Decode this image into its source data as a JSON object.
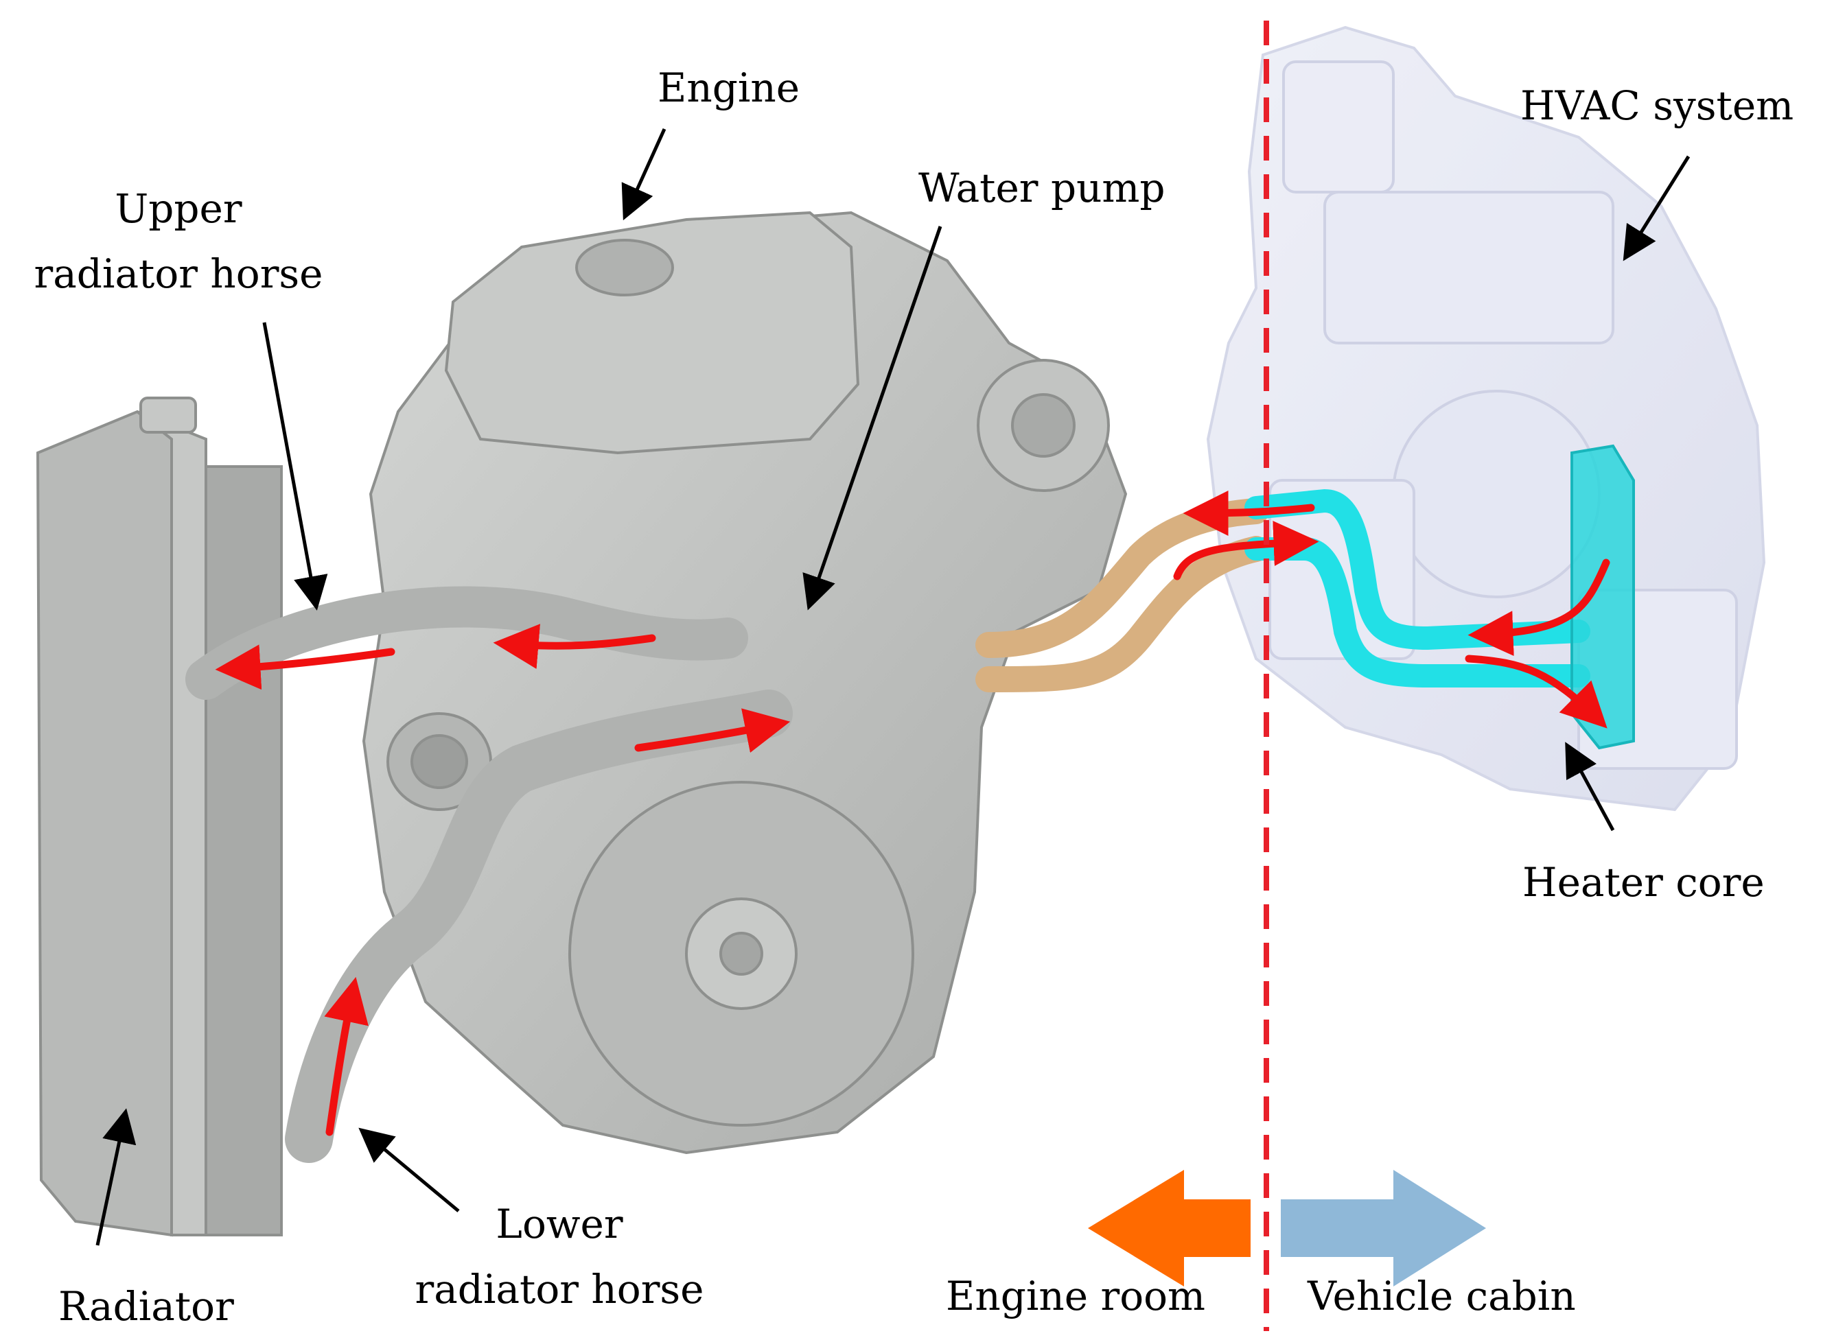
{
  "labels": {
    "engine": "Engine",
    "water_pump": "Water pump",
    "hvac_system": "HVAC system",
    "upper_hose_line1": "Upper",
    "upper_hose_line2": "radiator horse",
    "lower_hose_line1": "Lower",
    "lower_hose_line2": "radiator horse",
    "radiator": "Radiator",
    "heater_core": "Heater core",
    "engine_room": "Engine room",
    "vehicle_cabin": "Vehicle cabin"
  },
  "colors": {
    "flow_arrow": "#f01010",
    "divider": "#e8202a",
    "engine_room_arrow": "#ff6a00",
    "vehicle_cabin_arrow": "#8fb8d8",
    "heater_pipes": "#22e0e6",
    "engine_side_pipes": "#d8b080",
    "engine_grey": "#bfc1bf",
    "hvac_tint": "#e4e6f2"
  }
}
